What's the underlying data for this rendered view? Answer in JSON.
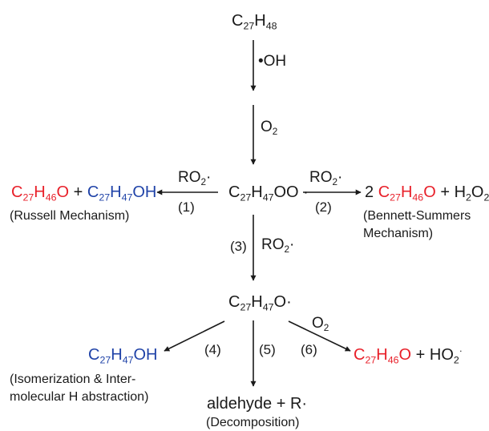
{
  "colors": {
    "text": "#1a1a1a",
    "red": "#e8202a",
    "blue": "#2043a8"
  },
  "species": {
    "start": {
      "a": "C",
      "b": "27",
      "c": "H",
      "d": "48"
    },
    "oh": "•OH",
    "o2_top": {
      "a": "O",
      "b": "2"
    },
    "peroxy": {
      "a": "C",
      "b": "27",
      "c": "H",
      "d": "47",
      "e": "OO"
    },
    "alkoxy": {
      "a": "C",
      "b": "27",
      "c": "H",
      "d": "47",
      "e": "O"
    },
    "aldehyde": "aldehyde + R"
  },
  "reactions": {
    "r1": {
      "num": "(1)",
      "reagent": {
        "a": "RO",
        "b": "2"
      },
      "product_ketone": {
        "a": "C",
        "b": "27",
        "c": "H",
        "d": "46",
        "e": "O"
      },
      "plus": "+",
      "product_alcohol": {
        "a": "C",
        "b": "27",
        "c": "H",
        "d": "47",
        "e": "OH"
      },
      "name": "(Russell Mechanism)"
    },
    "r2": {
      "num": "(2)",
      "reagent": {
        "a": "RO",
        "b": "2"
      },
      "coef": "2",
      "product_ketone": {
        "a": "C",
        "b": "27",
        "c": "H",
        "d": "46",
        "e": "O"
      },
      "plus": "+",
      "h2o2": {
        "a": "H",
        "b": "2",
        "c": "O",
        "d": "2"
      },
      "name_line1": "(Bennett-Summers",
      "name_line2": "Mechanism)"
    },
    "r3": {
      "num": "(3)",
      "reagent": {
        "a": "RO",
        "b": "2"
      }
    },
    "r4": {
      "num": "(4)",
      "product": {
        "a": "C",
        "b": "27",
        "c": "H",
        "d": "47",
        "e": "OH"
      },
      "name_line1": "(Isomerization & Inter-",
      "name_line2": "molecular H abstraction)"
    },
    "r5": {
      "num": "(5)",
      "name": "(Decomposition)"
    },
    "r6": {
      "num": "(6)",
      "reagent": {
        "a": "O",
        "b": "2"
      },
      "product_ketone": {
        "a": "C",
        "b": "27",
        "c": "H",
        "d": "46",
        "e": "O"
      },
      "plus": "+",
      "ho2": {
        "a": "HO",
        "b": "2"
      }
    }
  }
}
